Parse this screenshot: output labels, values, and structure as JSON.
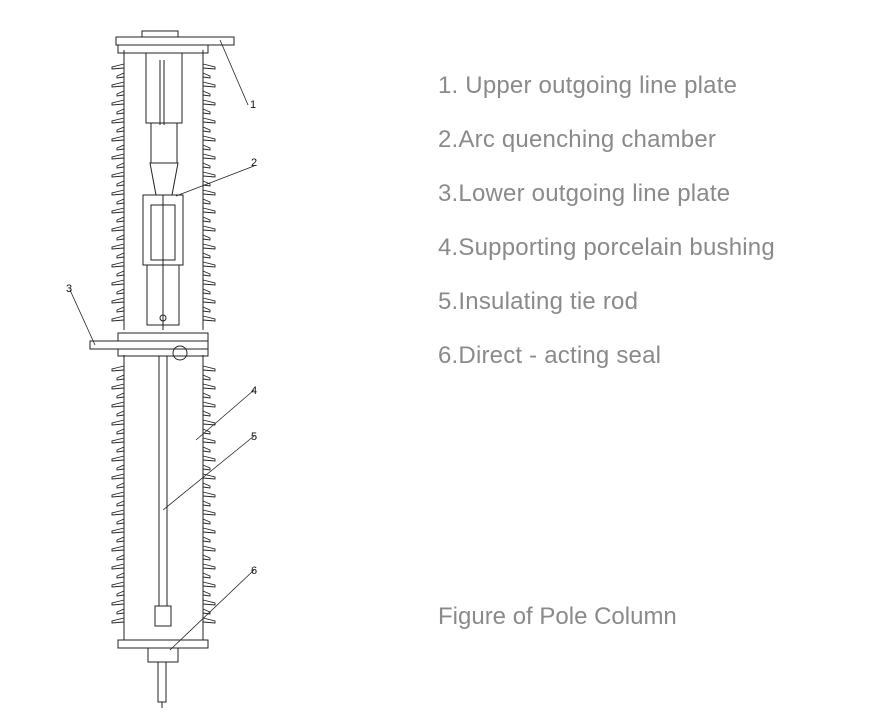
{
  "legend": [
    "1. Upper outgoing line plate",
    "2.Arc quenching chamber",
    "3.Lower outgoing line plate",
    "4.Supporting porcelain bushing",
    "5.Insulating tie rod",
    "6.Direct - acting seal"
  ],
  "callouts": [
    "1",
    "2",
    "3",
    "4",
    "5",
    "6"
  ],
  "caption": "Figure of Pole Column",
  "colors": {
    "line": "#222222",
    "text": "#8a8a8a"
  }
}
